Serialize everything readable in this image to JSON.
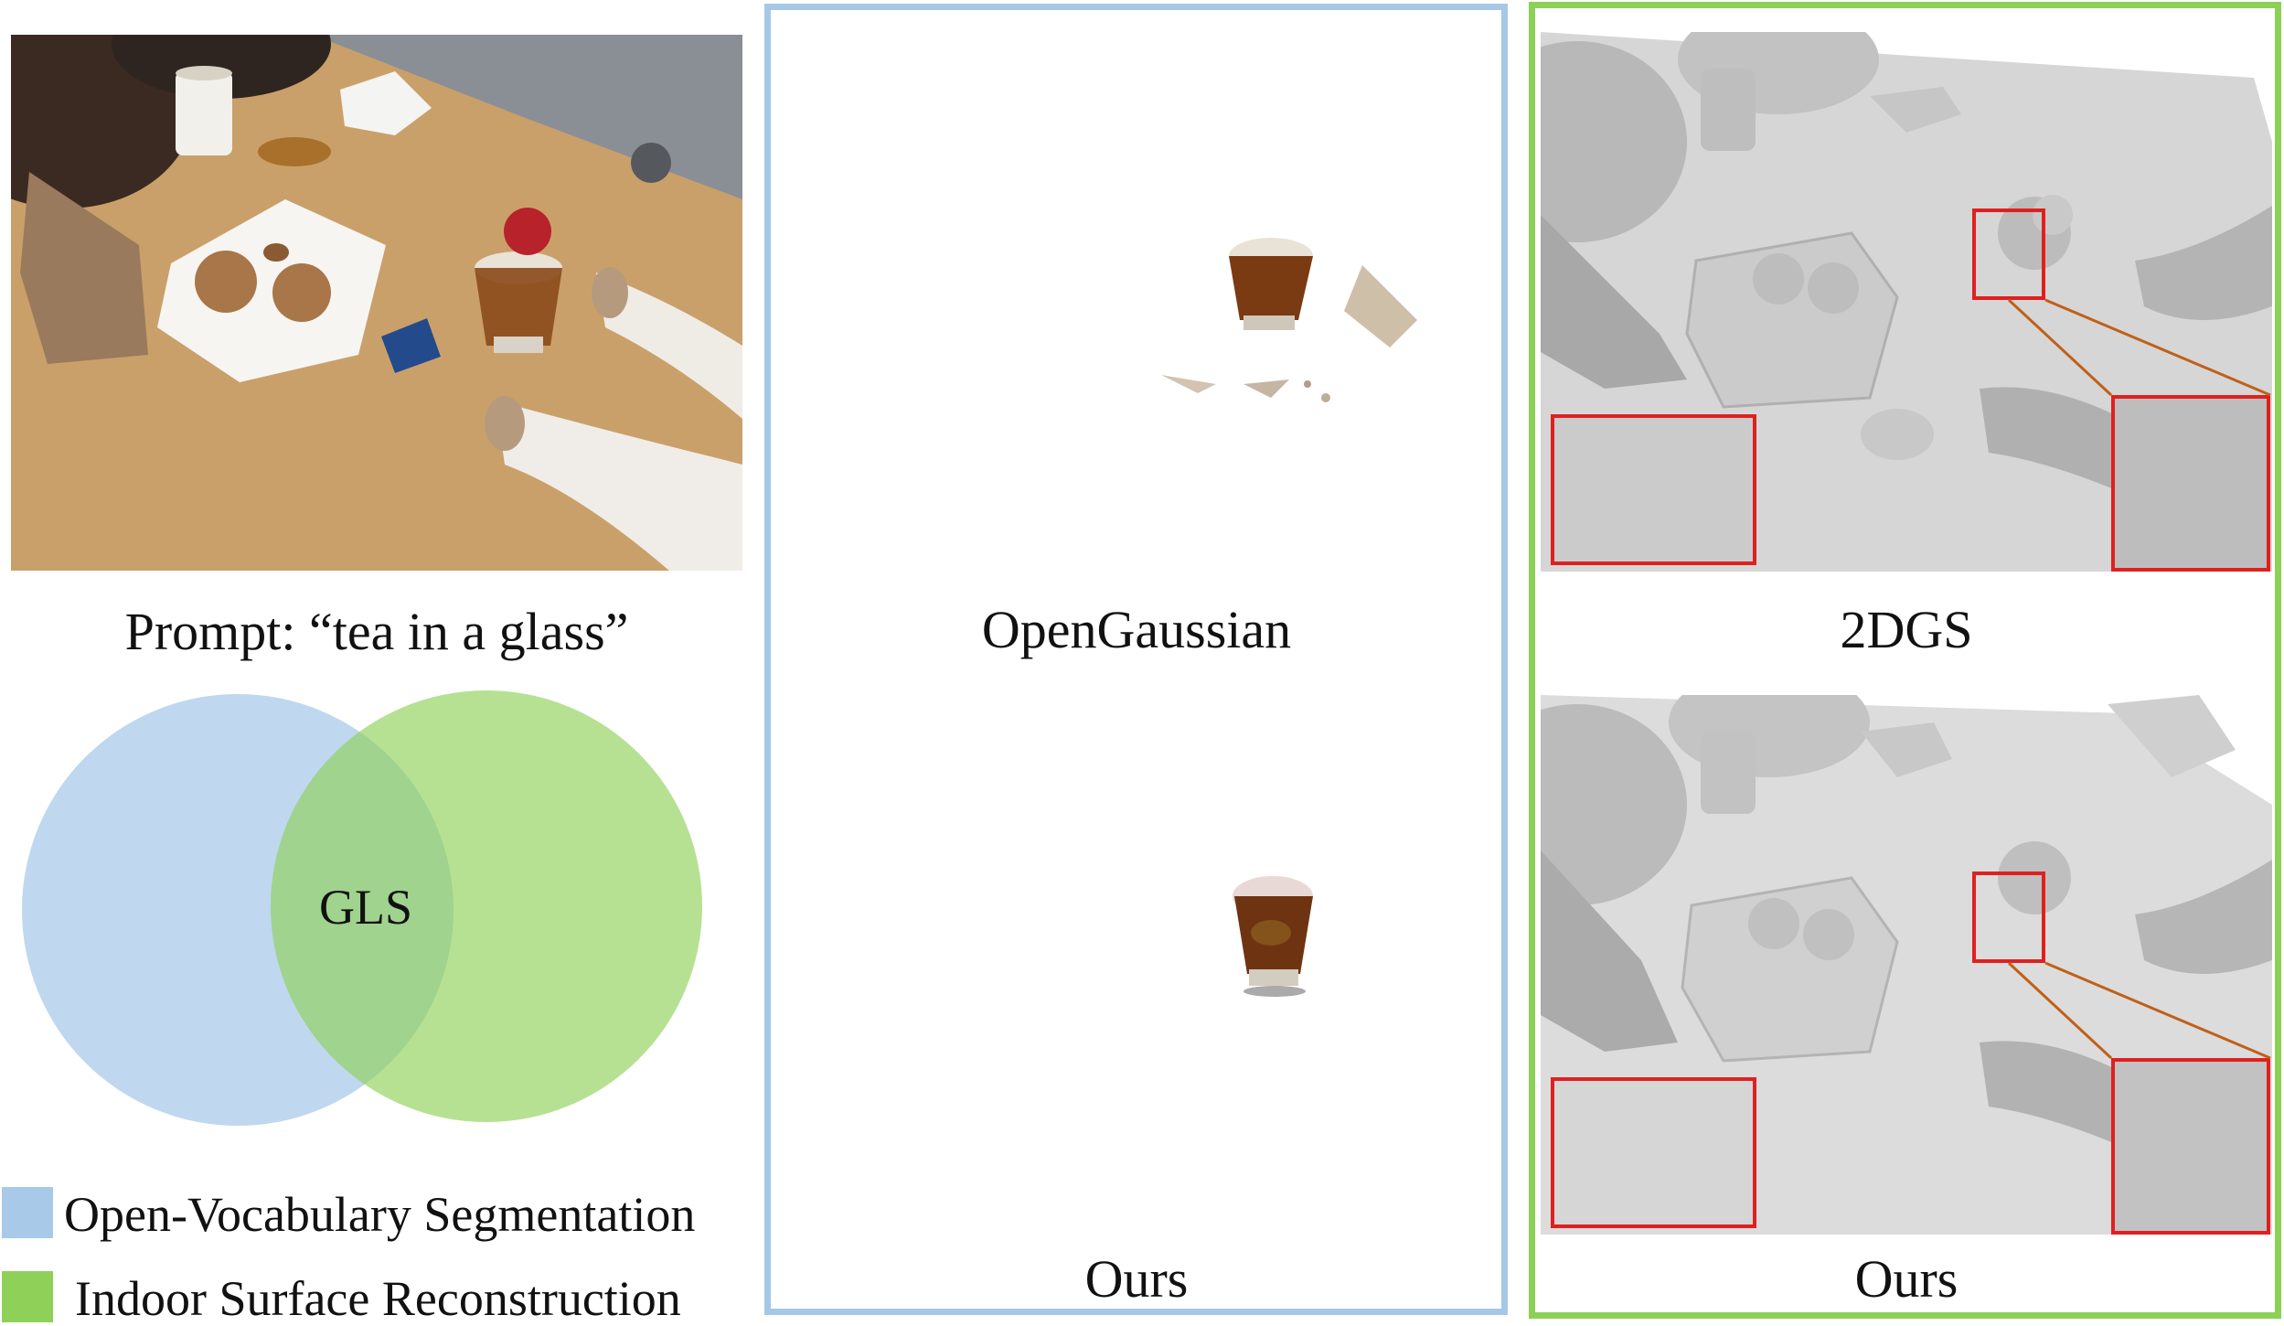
{
  "left": {
    "prompt_caption": "Prompt: “tea in a glass”",
    "venn_center_label": "GLS",
    "legend": [
      {
        "label": "Open-Vocabulary Segmentation",
        "color": "#a9c9e9"
      },
      {
        "label": "Indoor Surface Reconstruction",
        "color": "#8fd158"
      }
    ]
  },
  "middle": {
    "top_caption": "OpenGaussian",
    "bottom_caption": "Ours",
    "border_color": "#a6c8e6"
  },
  "right": {
    "top_caption": "2DGS",
    "bottom_caption": "Ours",
    "border_color": "#8cd056",
    "zoom_box_color": "#e02020"
  }
}
